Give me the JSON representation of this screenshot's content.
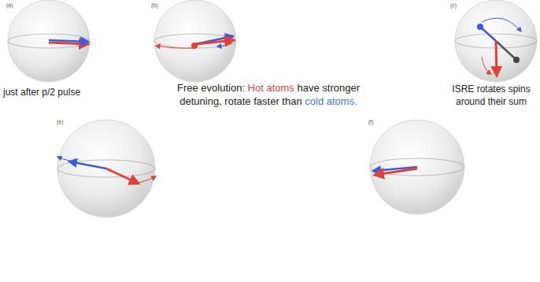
{
  "diagram": {
    "labels": [
      "(a)",
      "(b)",
      "(c)",
      "(e)",
      "(f)",
      "just after p/2 pulse",
      "Free evolution: Hot atoms have stronger detuning, rotate faster than cold atoms.",
      "ISRE rotates spins around their sum"
    ]
  }
}
